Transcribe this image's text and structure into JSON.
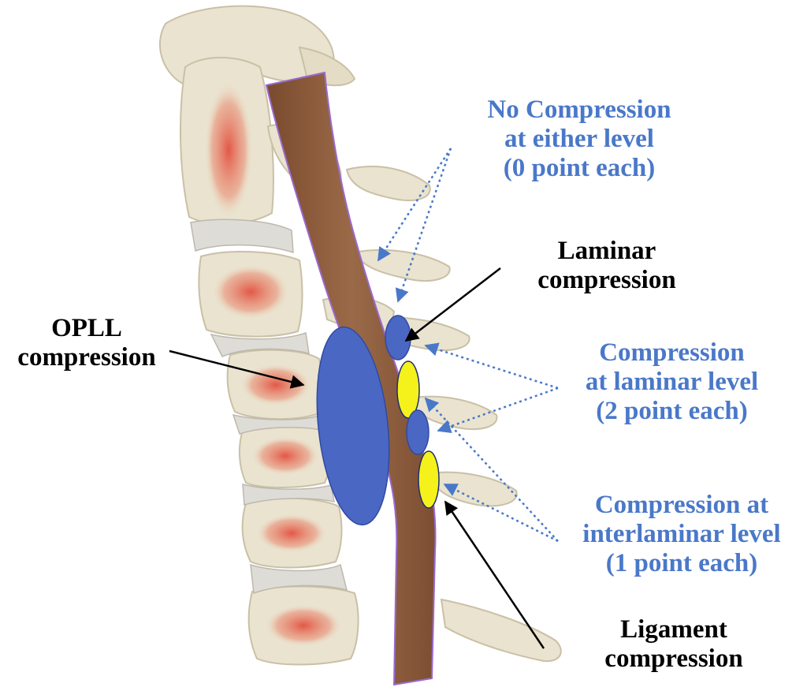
{
  "colors": {
    "bone": "#e9e3cf",
    "bone_shadow": "#c9c0a6",
    "marrow": "#e05a4a",
    "disc": "#dedcd6",
    "cord": "#8a5a3a",
    "cord_edge": "#9a6ad0",
    "compression_blue": "#4b67c4",
    "compression_yellow": "#f4f21a",
    "label_blue": "#4a78c9",
    "label_black": "#000000"
  },
  "labels": {
    "no_compression": {
      "line1": "No Compression",
      "line2": "at either level",
      "line3": "(0 point each)"
    },
    "laminar": {
      "line1": "Laminar",
      "line2": "compression"
    },
    "opll": {
      "line1": "OPLL",
      "line2": "compression"
    },
    "compression_laminar_level": {
      "line1": "Compression",
      "line2": "at laminar level",
      "line3": "(2 point each)"
    },
    "compression_interlaminar_level": {
      "line1": "Compression  at",
      "line2": "interlaminar level",
      "line3": "(1 point each)"
    },
    "ligament": {
      "line1": "Ligament",
      "line2": "compression"
    }
  }
}
